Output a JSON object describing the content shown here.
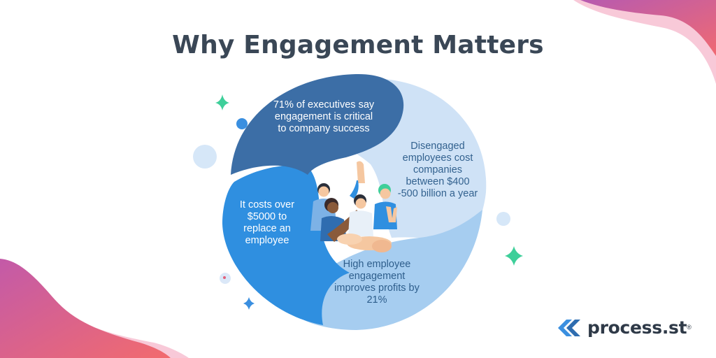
{
  "title": "Why Engagement Matters",
  "segments": {
    "top": "71% of executives say engagement is critical to company success",
    "right": "Disengaged employees cost companies between $400 -500 billion a year",
    "left": "It costs over $5000 to replace an employee",
    "bottom": "High employee engagement improves profits by 21%"
  },
  "logo": {
    "text": "process.st",
    "mark": "®"
  },
  "colors": {
    "top_segment": "#3c6ea6",
    "right_segment": "#cfe2f6",
    "left_segment": "#2f8fe0",
    "bottom_segment": "#a6cdf0",
    "corner_gradient_start": "#c65ca8",
    "corner_gradient_end": "#f26a6f",
    "sparkle_green": "#3ecf9a"
  }
}
